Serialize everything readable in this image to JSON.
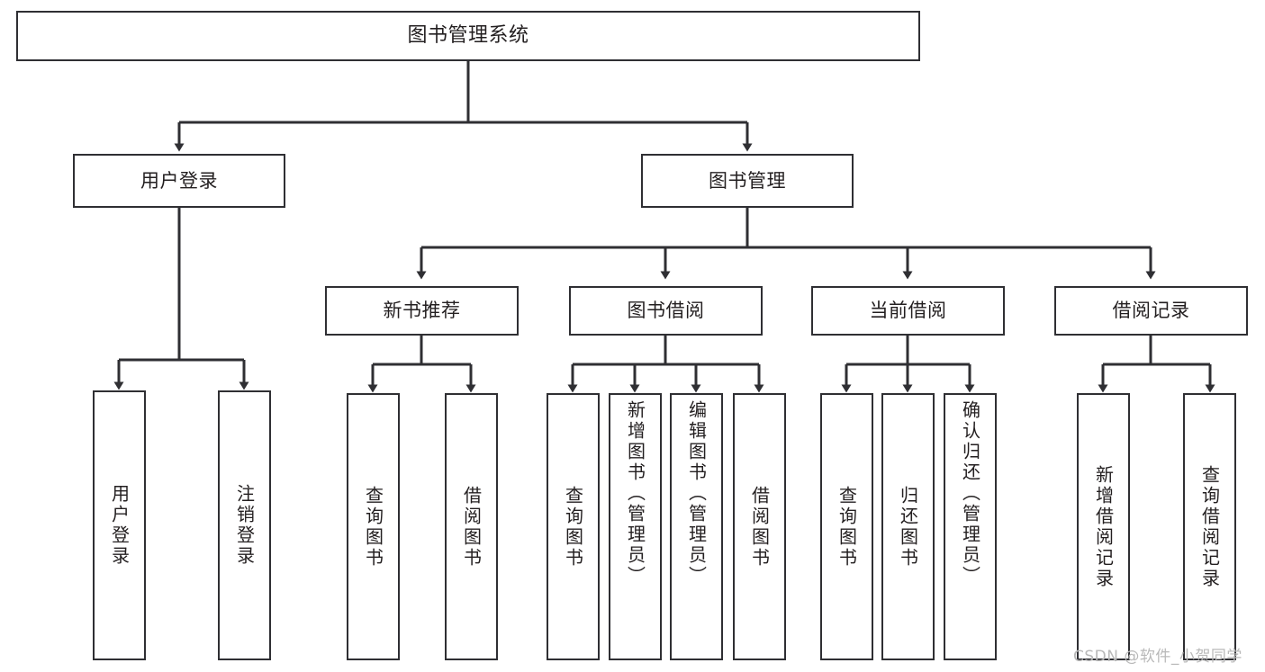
{
  "diagram": {
    "title": "图书管理系统",
    "type": "tree-hierarchy",
    "colors": {
      "background": "#ffffff",
      "box_border": "#2f2f33",
      "box_fill": "#ffffff",
      "connector": "#2f2f33",
      "watermark": "#b9b9b9"
    },
    "root": {
      "label": "图书管理系统"
    },
    "level2": [
      {
        "label": "用户登录"
      },
      {
        "label": "图书管理"
      }
    ],
    "level3": [
      {
        "label": "新书推荐"
      },
      {
        "label": "图书借阅"
      },
      {
        "label": "当前借阅"
      },
      {
        "label": "借阅记录"
      }
    ],
    "leaves": {
      "user_login": [
        {
          "label": "用户登录"
        },
        {
          "label": "注销登录"
        }
      ],
      "new_book_recommend": [
        {
          "label": "查询图书"
        },
        {
          "label": "借阅图书"
        }
      ],
      "book_borrow": [
        {
          "label": "查询图书"
        },
        {
          "label": "新增图书（管理员）"
        },
        {
          "label": "编辑图书（管理员）"
        },
        {
          "label": "借阅图书"
        }
      ],
      "current_borrow": [
        {
          "label": "查询图书"
        },
        {
          "label": "归还图书"
        },
        {
          "label": "确认归还（管理员）"
        }
      ],
      "borrow_record": [
        {
          "label": "新增借阅记录"
        },
        {
          "label": "查询借阅记录"
        }
      ]
    }
  },
  "watermark": {
    "text": "CSDN @软件_小贺同学"
  }
}
